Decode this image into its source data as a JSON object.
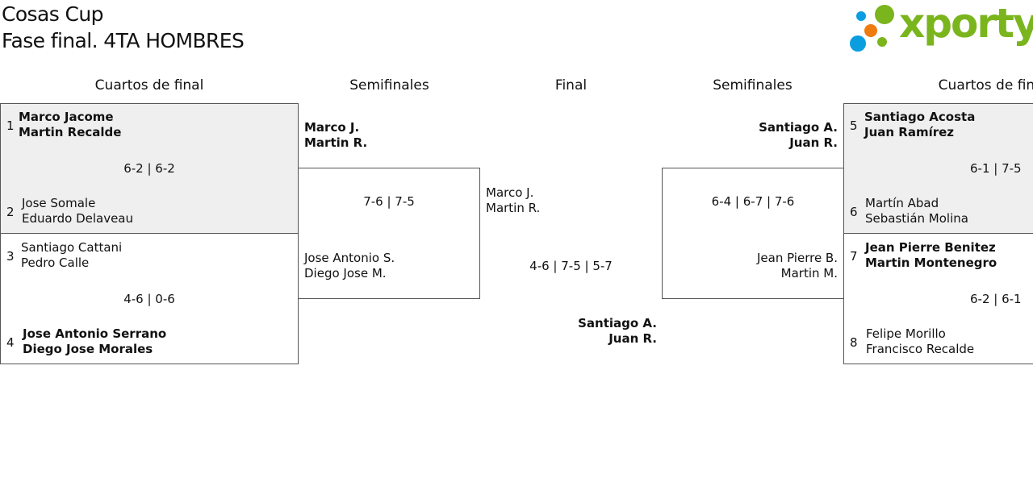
{
  "header": {
    "title_line1": "Cosas Cup",
    "title_line2": "Fase final. 4TA HOMBRES",
    "logo_text": "xporty",
    "brand_color": "#7ab51d"
  },
  "rounds": {
    "left_qf": "Cuartos de final",
    "left_sf": "Semifinales",
    "final": "Final",
    "right_sf": "Semifinales",
    "right_qf": "Cuartos de final"
  },
  "qf": {
    "m1": {
      "top": {
        "seed": "1",
        "line1": "Marco Jacome",
        "line2": "Martin Recalde"
      },
      "bottom": {
        "seed": "2",
        "line1": "Jose Somale",
        "line2": "Eduardo Delaveau"
      },
      "score": "6-2 | 6-2"
    },
    "m2": {
      "top": {
        "seed": "3",
        "line1": "Santiago Cattani",
        "line2": "Pedro Calle"
      },
      "bottom": {
        "seed": "4",
        "line1": "Jose Antonio Serrano",
        "line2": "Diego Jose Morales"
      },
      "score": "4-6 | 0-6"
    },
    "m3": {
      "top": {
        "seed": "5",
        "line1": "Santiago Acosta",
        "line2": "Juan Ramírez"
      },
      "bottom": {
        "seed": "6",
        "line1": "Martín Abad",
        "line2": "Sebastián Molina"
      },
      "score": "6-1 | 7-5"
    },
    "m4": {
      "top": {
        "seed": "7",
        "line1": "Jean Pierre Benitez",
        "line2": "Martin Montenegro"
      },
      "bottom": {
        "seed": "8",
        "line1": "Felipe Morillo",
        "line2": "Francisco Recalde"
      },
      "score": "6-2 | 6-1"
    }
  },
  "sf": {
    "left": {
      "top": {
        "line1": "Marco J.",
        "line2": "Martin R."
      },
      "bottom": {
        "line1": "Jose Antonio S.",
        "line2": "Diego Jose M."
      },
      "score": "7-6 | 7-5"
    },
    "right": {
      "top": {
        "line1": "Santiago A.",
        "line2": "Juan R."
      },
      "bottom": {
        "line1": "Jean Pierre B.",
        "line2": "Martin M."
      },
      "score": "6-4 | 6-7 | 7-6"
    }
  },
  "final": {
    "top": {
      "line1": "Marco J.",
      "line2": "Martin R."
    },
    "bottom": {
      "line1": "Santiago A.",
      "line2": "Juan R."
    },
    "score": "4-6 | 7-5 | 5-7"
  }
}
